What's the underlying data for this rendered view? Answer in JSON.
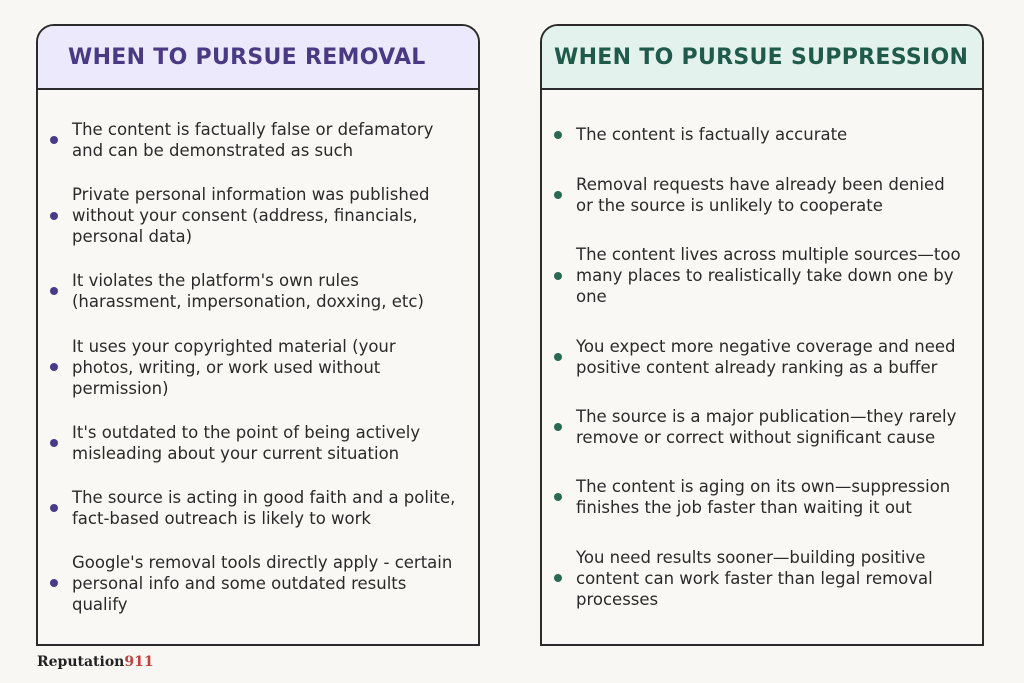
{
  "removal": {
    "title": "WHEN TO PURSUE REMOVAL",
    "items": [
      "The content is factually false or defamatory and can be demonstrated as such",
      "Private personal information was published without your consent (address, financials, personal data)",
      "It violates the platform's own rules (harassment, impersonation, doxxing, etc)",
      "It uses your copyrighted material (your photos, writing, or work used without permission)",
      "It's outdated to the point of being actively misleading about your current situation",
      "The source is acting in good faith and a polite, fact-based outreach is likely to work",
      "Google's removal tools directly apply - certain personal info and some outdated results qualify"
    ]
  },
  "suppression": {
    "title": "WHEN TO PURSUE SUPPRESSION",
    "items": [
      "The content is factually accurate",
      "Removal requests have already been denied or the source is unlikely to cooperate",
      "The content lives across multiple sources—too many places to realistically take down one by one",
      "You expect more negative coverage and need positive content already ranking as a buffer",
      "The source is a major publication—they rarely remove or correct without significant cause",
      "The content is aging on its own—suppression finishes the job faster than waiting it out",
      "You need results sooner—building positive content can work faster than legal removal processes"
    ]
  },
  "logo": {
    "name": "Reputation",
    "number": "911"
  },
  "colors": {
    "removal_accent": "#4a3a84",
    "suppression_accent": "#1f5a4a"
  }
}
